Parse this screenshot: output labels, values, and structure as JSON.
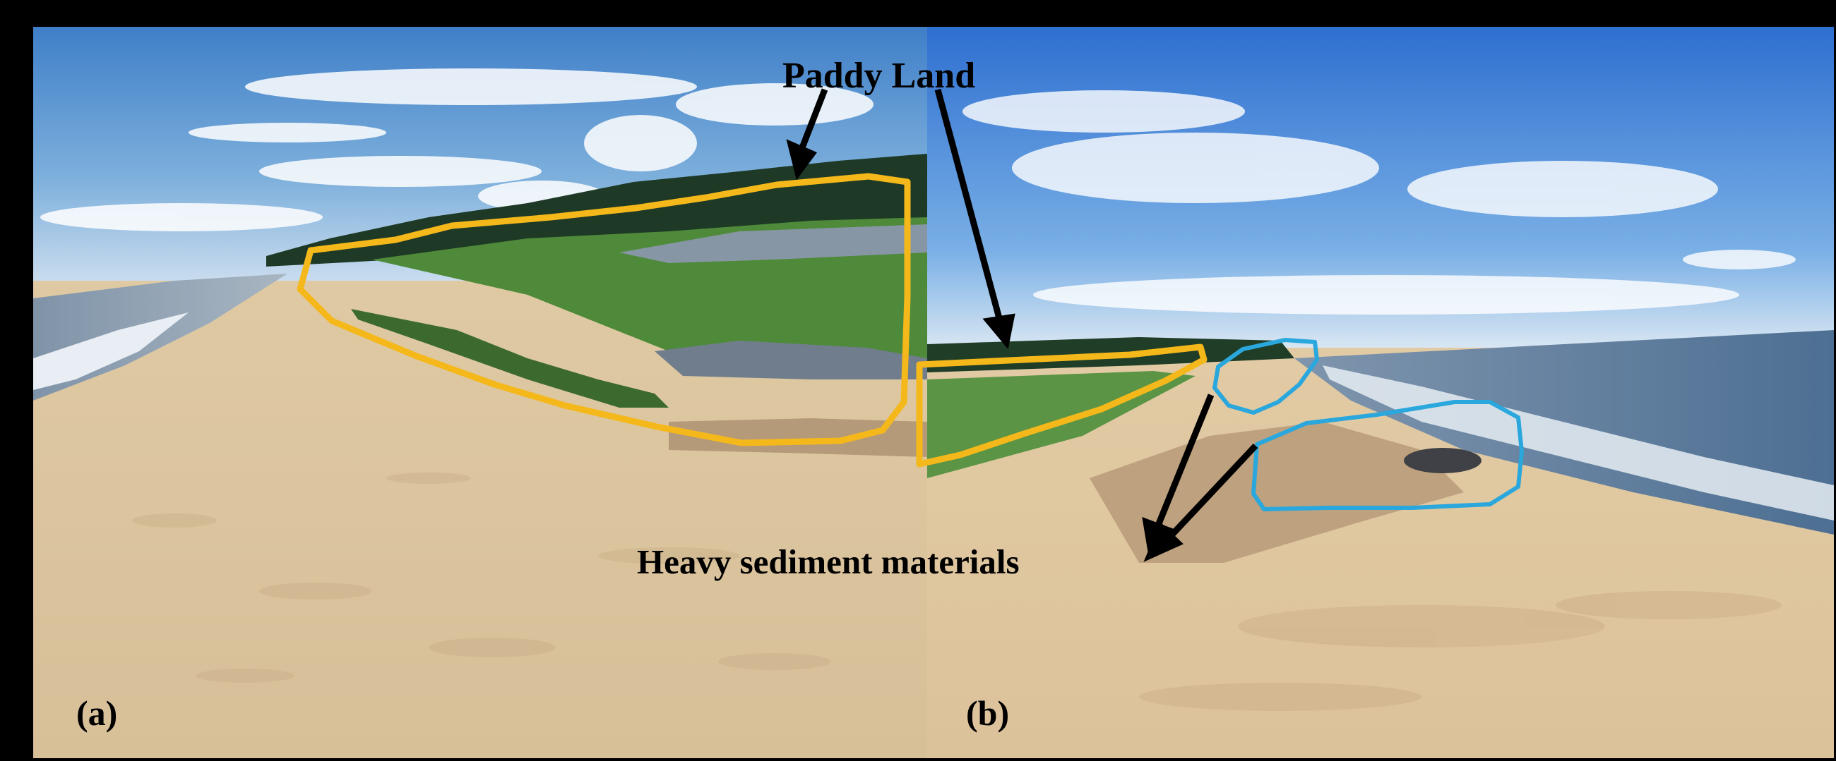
{
  "annotations": {
    "paddy_land": "Paddy Land",
    "heavy_sediment": "Heavy sediment materials"
  },
  "panels": {
    "a": "(a)",
    "b": "(b)"
  },
  "colors": {
    "paddy_outline": "#f5b81b",
    "sediment_outline": "#2aa7dc",
    "arrow": "#000000"
  }
}
